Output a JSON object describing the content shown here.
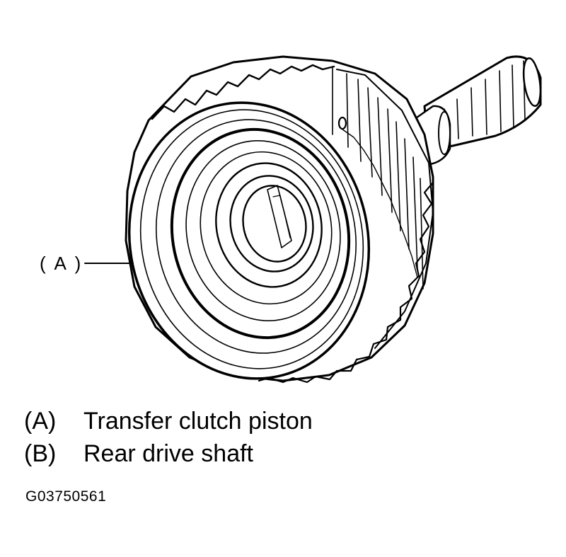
{
  "diagram": {
    "callout": {
      "label": "( A )"
    },
    "legend": [
      {
        "key": "(A)",
        "description": "Transfer clutch piston"
      },
      {
        "key": "(B)",
        "description": "Rear drive shaft"
      }
    ],
    "figure_id": "G03750561",
    "colors": {
      "ink": "#000000",
      "paper": "#ffffff"
    }
  }
}
